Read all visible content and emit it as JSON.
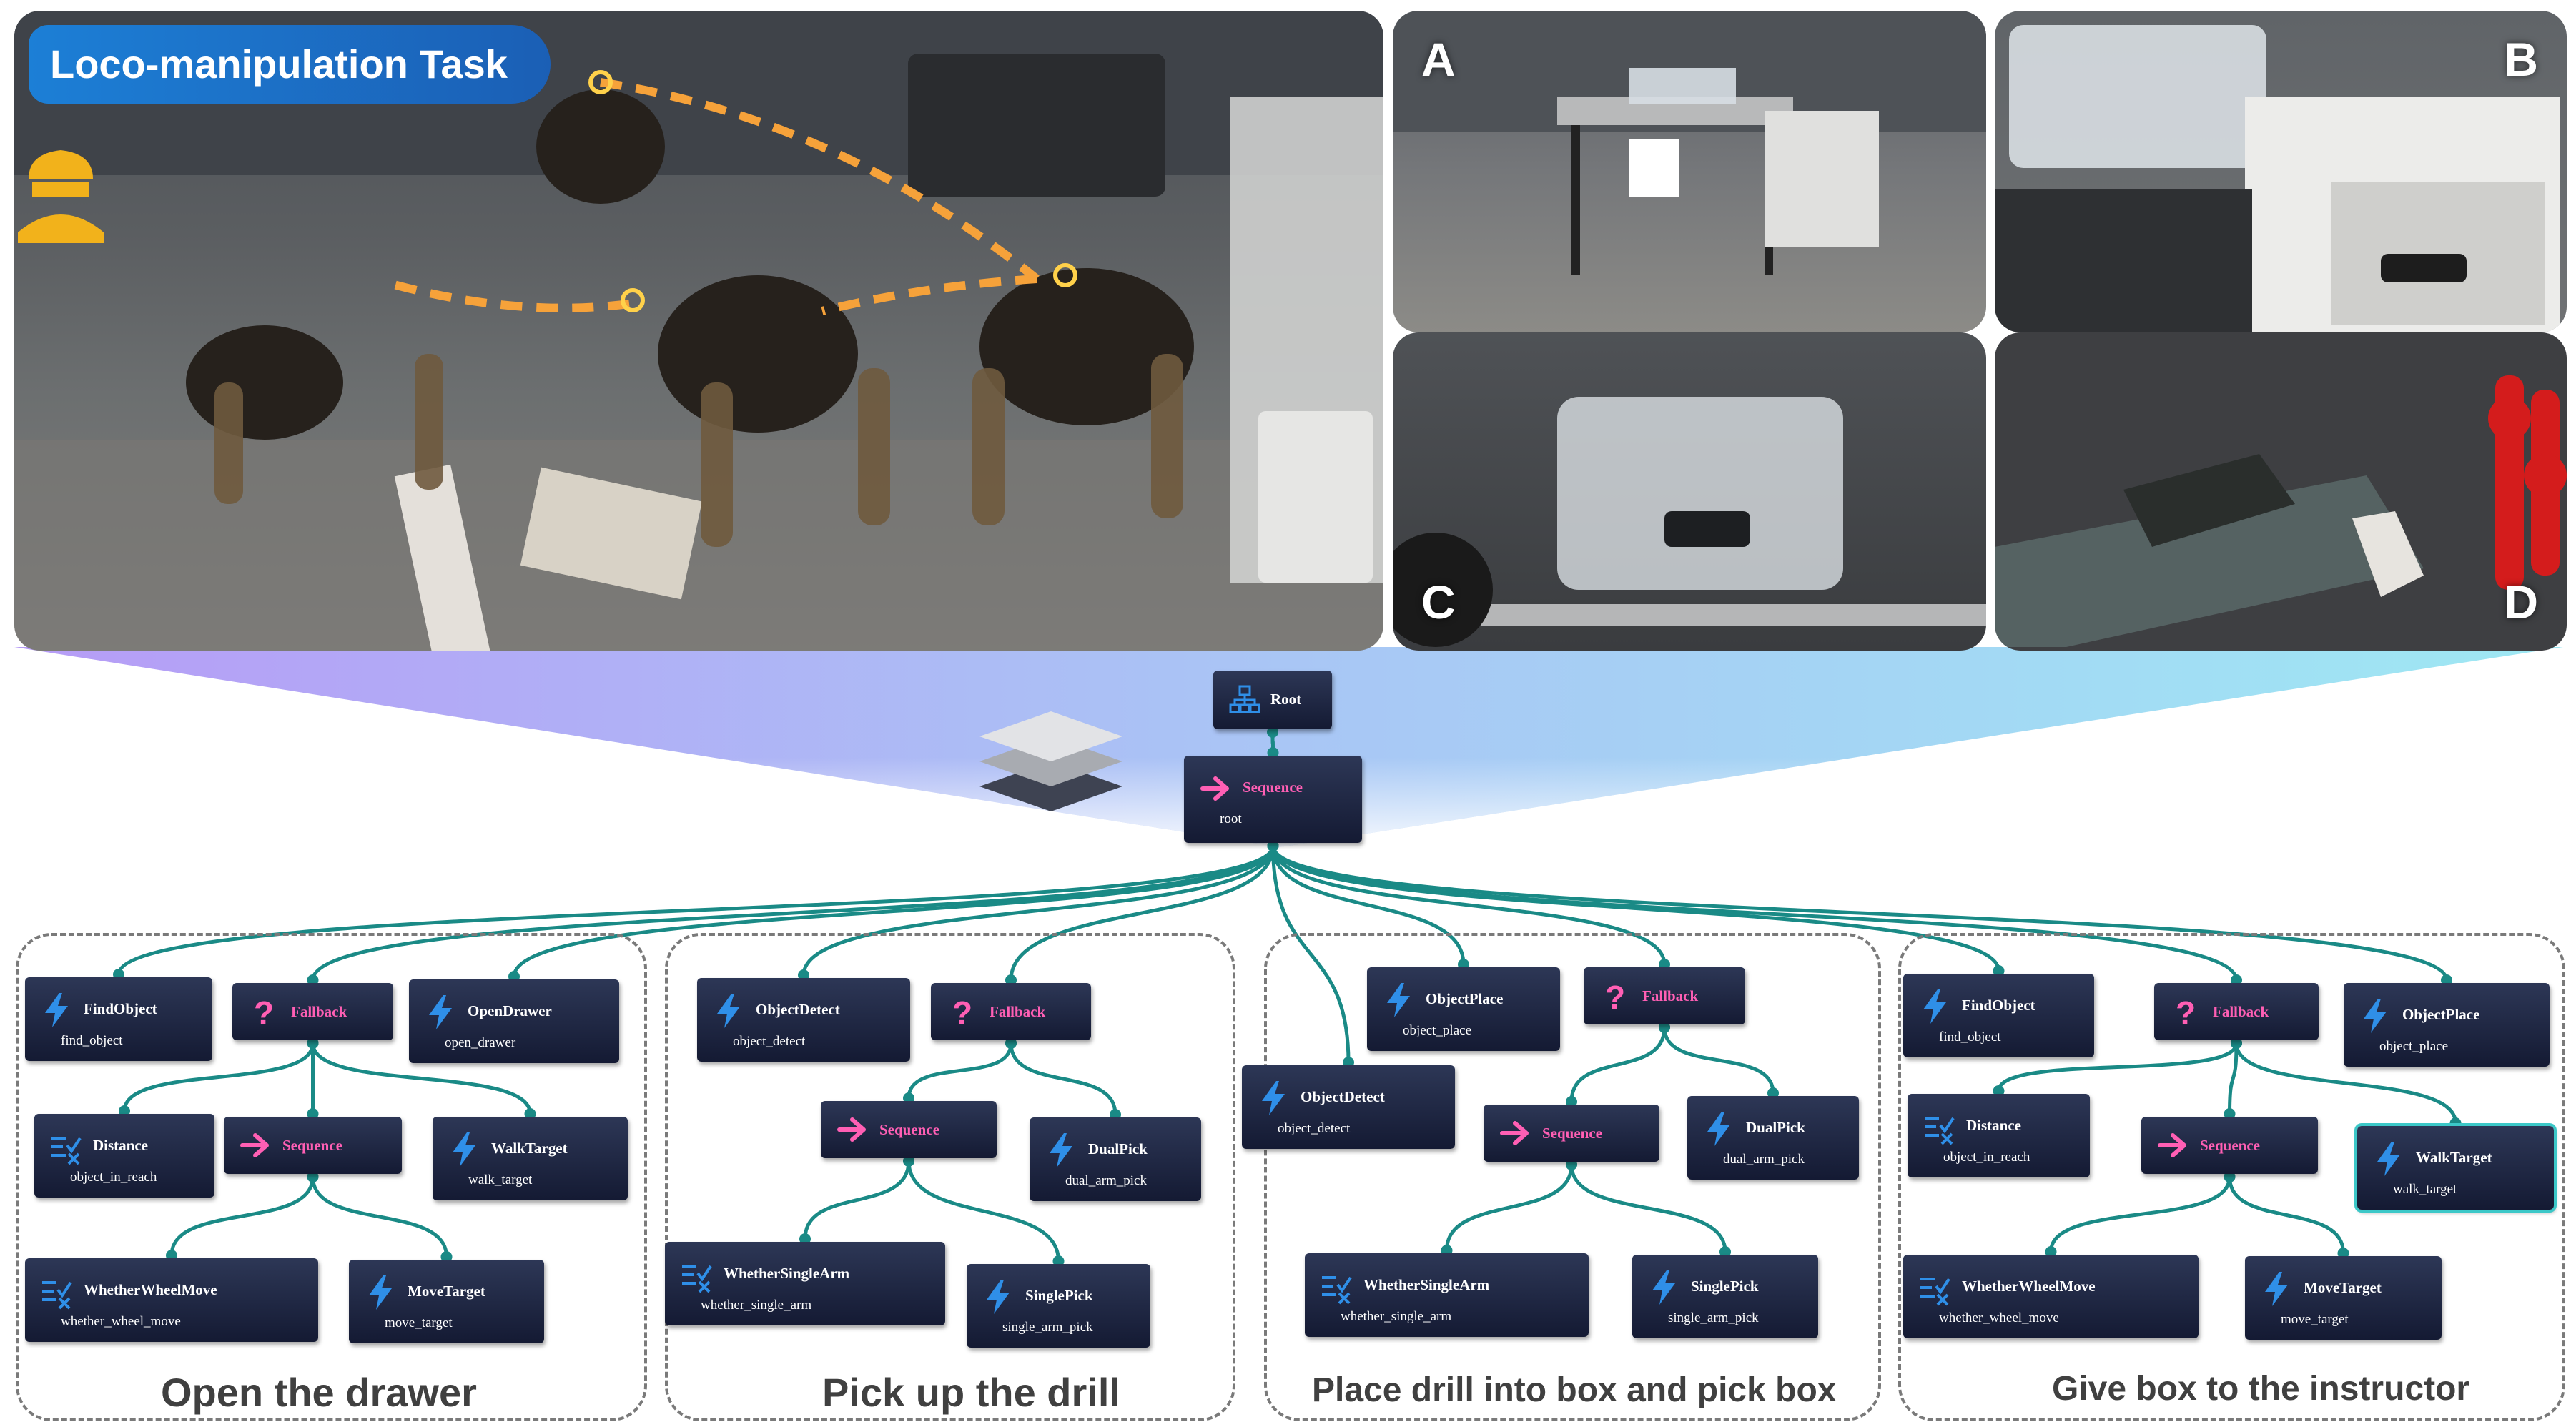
{
  "title": "Loco-manipulation Task",
  "panel_labels": {
    "a": "A",
    "b": "B",
    "c": "C",
    "d": "D"
  },
  "colors": {
    "edge": "#1a8a86",
    "node_bg": "#1c2240",
    "fallback_accent": "#ff5fb4",
    "action_icon": "#2f8fe8",
    "title_bg": "#1c7fd6"
  },
  "icons": {
    "root": "tree-icon",
    "sequence": "arrow-right-icon",
    "fallback": "question-mark-icon",
    "action": "lightning-icon",
    "condition": "check-list-icon",
    "stack": "layers-icon"
  },
  "tree": {
    "root": {
      "type": "Root"
    },
    "main_sequence": {
      "type": "Sequence",
      "instance": "root"
    }
  },
  "groups": [
    {
      "label": "Open the drawer",
      "nodes": [
        {
          "type": "FindObject",
          "instance": "find_object"
        },
        {
          "type": "Fallback",
          "instance": ""
        },
        {
          "type": "OpenDrawer",
          "instance": "open_drawer"
        },
        {
          "type": "Distance",
          "instance": "object_in_reach"
        },
        {
          "type": "Sequence",
          "instance": ""
        },
        {
          "type": "WalkTarget",
          "instance": "walk_target"
        },
        {
          "type": "WhetherWheelMove",
          "instance": "whether_wheel_move"
        },
        {
          "type": "MoveTarget",
          "instance": "move_target"
        }
      ]
    },
    {
      "label": "Pick up the drill",
      "nodes": [
        {
          "type": "ObjectDetect",
          "instance": "object_detect"
        },
        {
          "type": "Fallback",
          "instance": ""
        },
        {
          "type": "Sequence",
          "instance": ""
        },
        {
          "type": "DualPick",
          "instance": "dual_arm_pick"
        },
        {
          "type": "WhetherSingleArm",
          "instance": "whether_single_arm"
        },
        {
          "type": "SinglePick",
          "instance": "single_arm_pick"
        }
      ]
    },
    {
      "label": "Place drill into box and pick box",
      "nodes": [
        {
          "type": "ObjectPlace",
          "instance": "object_place"
        },
        {
          "type": "Fallback",
          "instance": ""
        },
        {
          "type": "ObjectDetect",
          "instance": "object_detect"
        },
        {
          "type": "Sequence",
          "instance": ""
        },
        {
          "type": "DualPick",
          "instance": "dual_arm_pick"
        },
        {
          "type": "WhetherSingleArm",
          "instance": "whether_single_arm"
        },
        {
          "type": "SinglePick",
          "instance": "single_arm_pick"
        }
      ]
    },
    {
      "label": "Give box to the instructor",
      "nodes": [
        {
          "type": "FindObject",
          "instance": "find_object"
        },
        {
          "type": "Fallback",
          "instance": ""
        },
        {
          "type": "ObjectPlace",
          "instance": "object_place"
        },
        {
          "type": "Distance",
          "instance": "object_in_reach"
        },
        {
          "type": "Sequence",
          "instance": ""
        },
        {
          "type": "WalkTarget",
          "instance": "walk_target"
        },
        {
          "type": "WhetherWheelMove",
          "instance": "whether_wheel_move"
        },
        {
          "type": "MoveTarget",
          "instance": "move_target"
        }
      ]
    }
  ]
}
